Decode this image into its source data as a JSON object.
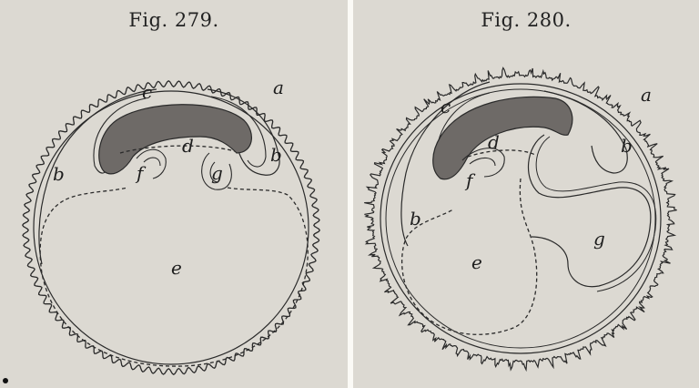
{
  "figures": [
    {
      "caption": "Fig. 279.",
      "labels": {
        "a": "a",
        "b1": "b",
        "b2": "b",
        "c": "c",
        "d": "d",
        "e": "e",
        "f": "f",
        "g": "g"
      }
    },
    {
      "caption": "Fig. 280.",
      "labels": {
        "a": "a",
        "b1": "b",
        "b2": "b",
        "c": "c",
        "d": "d",
        "e": "e",
        "f": "f",
        "g": "g"
      }
    }
  ],
  "colors": {
    "ink": "#2a2a2a",
    "embryo": "#6e6a67",
    "paper": "#dcd9d2"
  }
}
